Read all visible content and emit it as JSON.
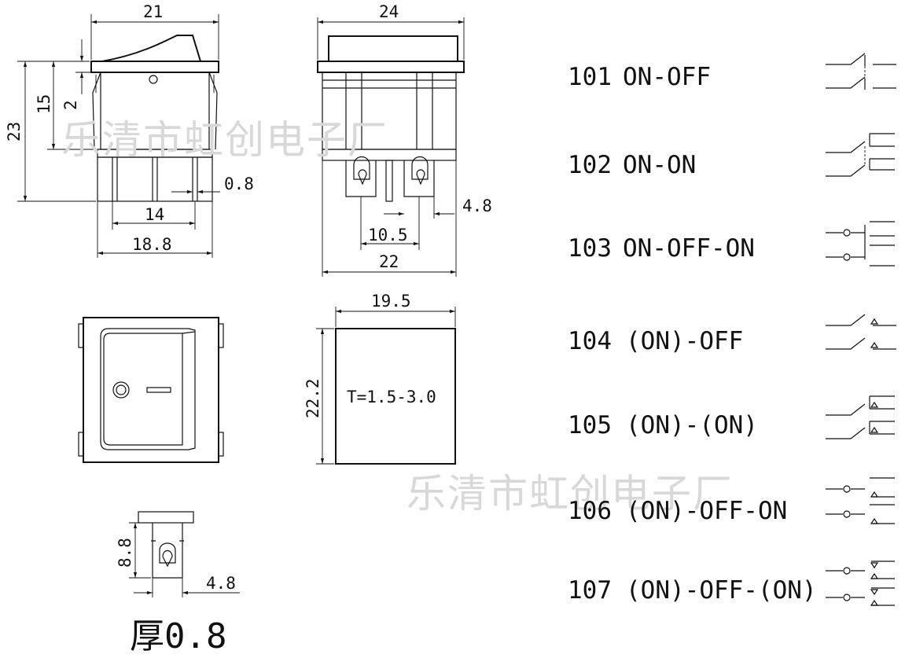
{
  "watermark": "乐清市虹创电子厂",
  "side_view": {
    "top_width": "21",
    "total_height": "23",
    "body_height": "15",
    "step": "2",
    "pin_width": "0.8",
    "pin_pitch": "14",
    "body_width": "18.8"
  },
  "front_view": {
    "top_width": "24",
    "pin_pitch": "10.5",
    "terminal_width": "4.8",
    "body_width": "22"
  },
  "cutout": {
    "width": "19.5",
    "height": "22.2",
    "thickness_label": "T=1.5-3.0"
  },
  "terminal": {
    "height": "8.8",
    "width": "4.8",
    "thickness_label": "厚0.8"
  },
  "models": [
    {
      "code": "101",
      "label": "ON-OFF",
      "symbol": "spst"
    },
    {
      "code": "102",
      "label": "ON-ON",
      "symbol": "spdt"
    },
    {
      "code": "103",
      "label": "ON-OFF-ON",
      "symbol": "spdt-center-off"
    },
    {
      "code": "104",
      "label": "(ON)-OFF",
      "symbol": "spst-momentary"
    },
    {
      "code": "105",
      "label": "(ON)-(ON)",
      "symbol": "spdt-momentary"
    },
    {
      "code": "106",
      "label": "(ON)-OFF-ON",
      "symbol": "spdt-center-off-momentary-one"
    },
    {
      "code": "107",
      "label": "(ON)-OFF-(ON)",
      "symbol": "spdt-center-off-momentary-both"
    }
  ]
}
